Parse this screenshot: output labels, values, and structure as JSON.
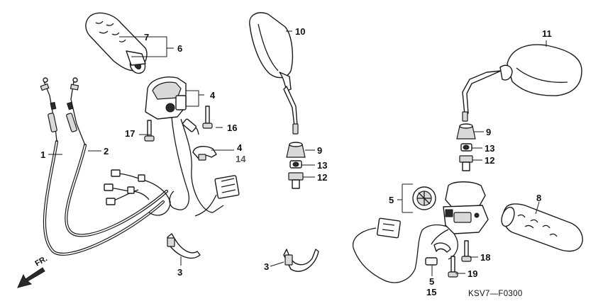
{
  "callouts": {
    "c1": "1",
    "c2": "2",
    "c3a": "3",
    "c3b": "3",
    "c4a": "4",
    "c4b": "4",
    "c5a": "5",
    "c5b": "5",
    "c6": "6",
    "c7": "7",
    "c8": "8",
    "c9a": "9",
    "c9b": "9",
    "c10": "10",
    "c11": "11",
    "c12a": "12",
    "c12b": "12",
    "c13a": "13",
    "c13b": "13",
    "c14": "14",
    "c15": "15",
    "c16": "16",
    "c17": "17",
    "c18": "18",
    "c19": "19"
  },
  "orientation_label": "FR.",
  "diagram_code": "KSV7—F0300",
  "colors": {
    "ink": "#1a1a1a",
    "shade": "#d9d9d9",
    "callout_14": "#555555"
  }
}
